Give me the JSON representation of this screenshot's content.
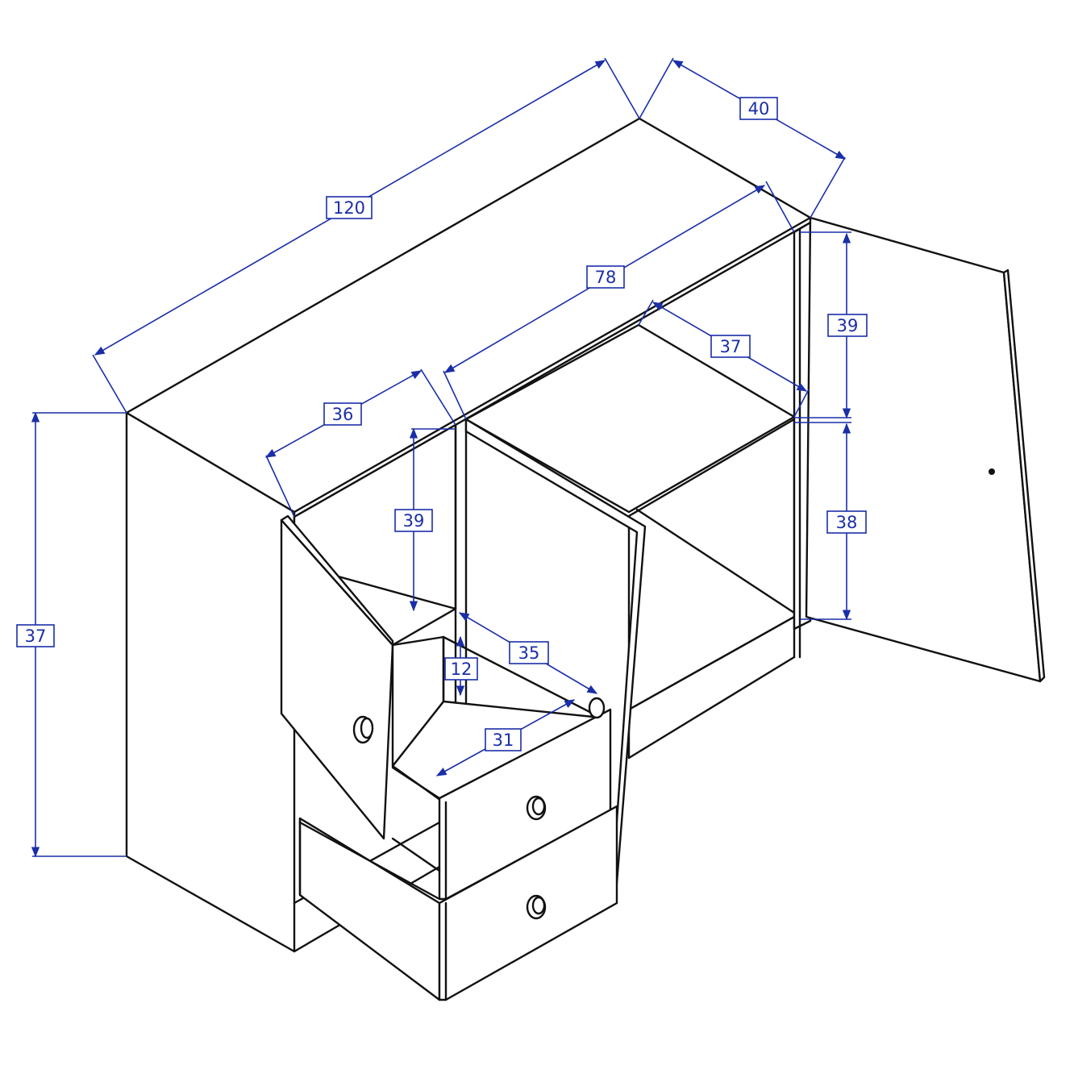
{
  "colors": {
    "lines": "#111111",
    "dimensions": "#1a2ea8",
    "background": "#ffffff"
  },
  "dimensions": {
    "total_width": "120",
    "depth": "40",
    "inner_width": "78",
    "left_door_width": "36",
    "left_height": "39",
    "total_height": "37",
    "shelf_depth": "37",
    "upper_height": "39",
    "lower_height": "38",
    "drawer_width": "35",
    "drawer_height": "12",
    "drawer_depth": "31"
  }
}
